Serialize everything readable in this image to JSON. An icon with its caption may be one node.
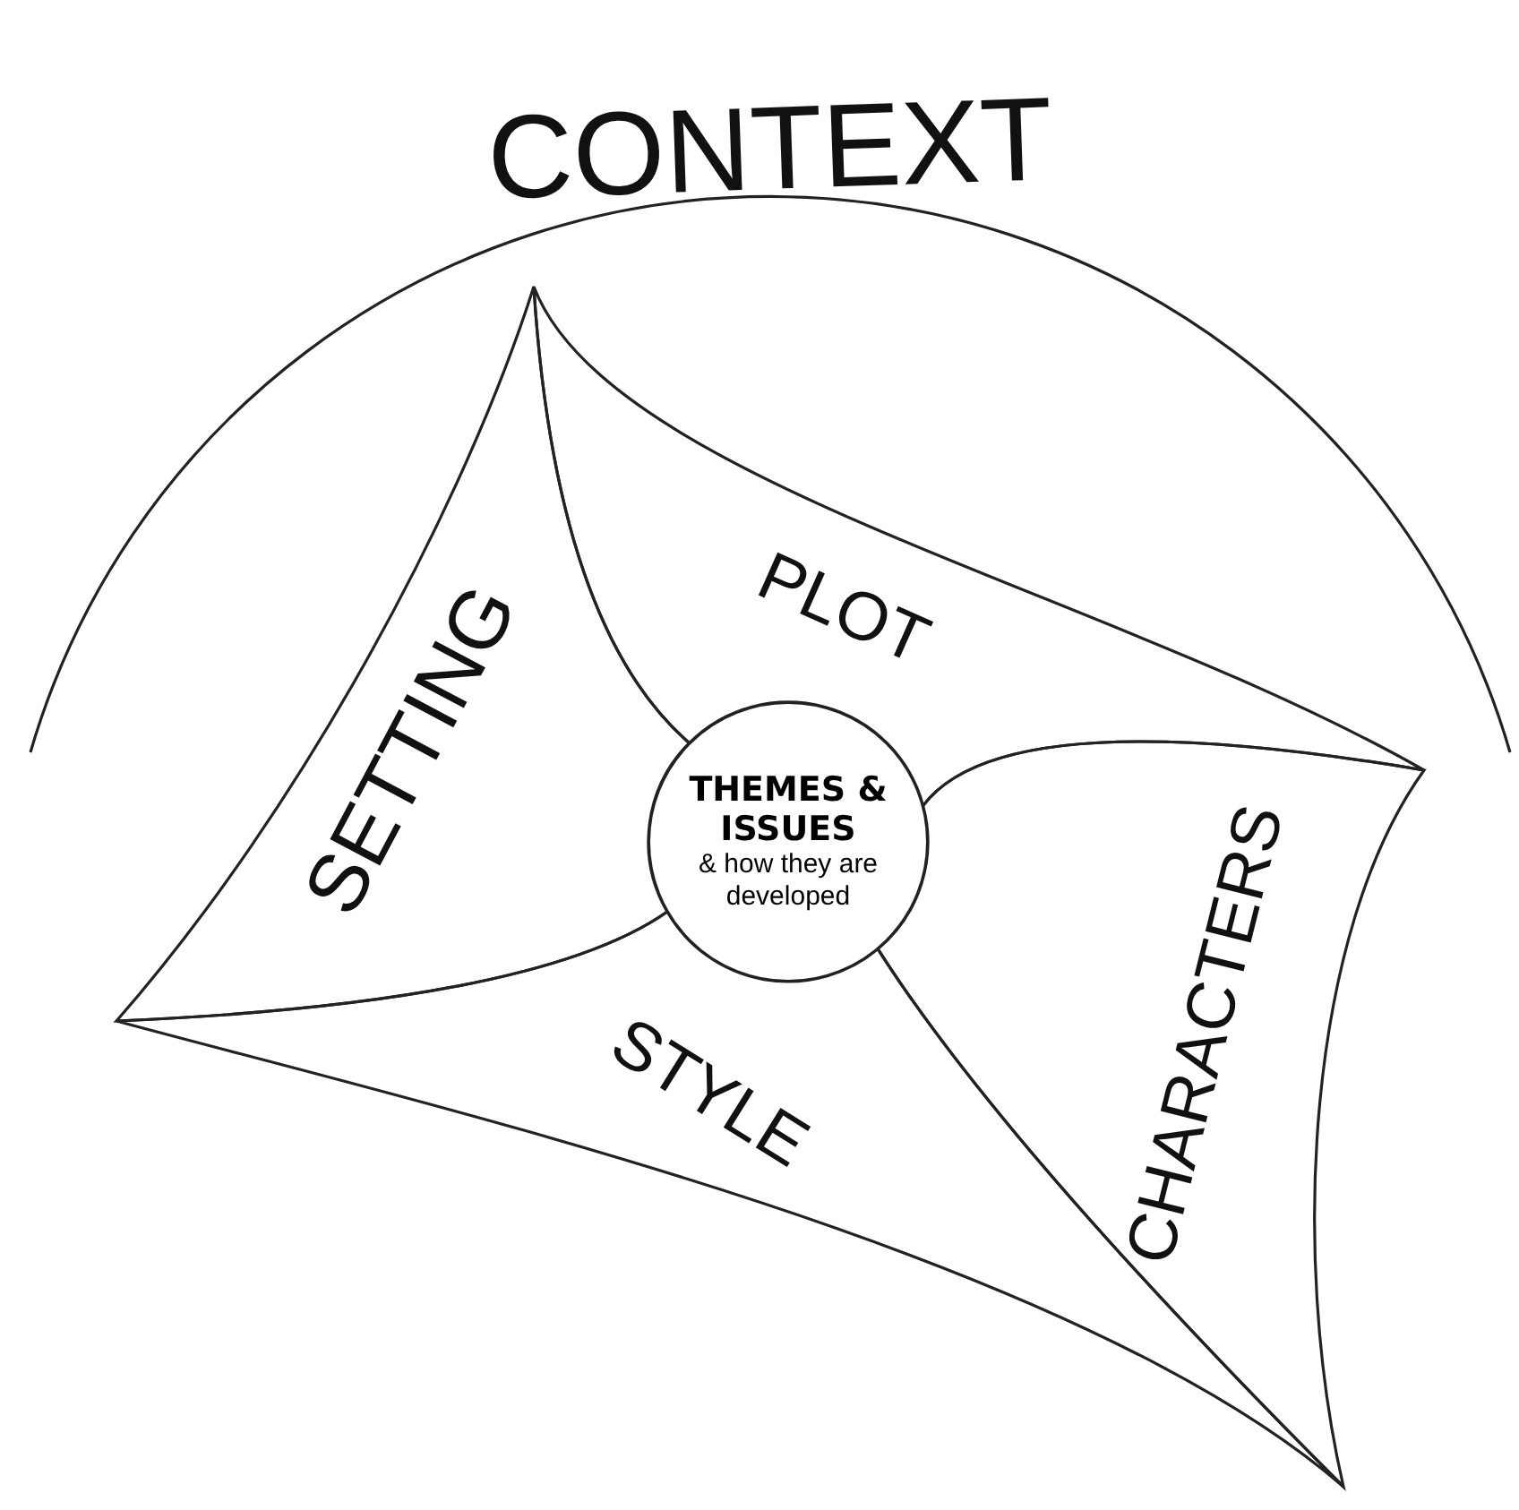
{
  "diagram": {
    "nodes": [
      {
        "text": [
          "CONTEXT"
        ]
      },
      {
        "text": [
          "SETTING"
        ]
      },
      {
        "text": [
          "PLOT"
        ]
      },
      {
        "text": [
          "CHARACTERS"
        ]
      },
      {
        "text": [
          "STYLE"
        ]
      },
      {
        "text": [
          "THEMES & ISSUES",
          "& how they are developed"
        ]
      }
    ]
  }
}
